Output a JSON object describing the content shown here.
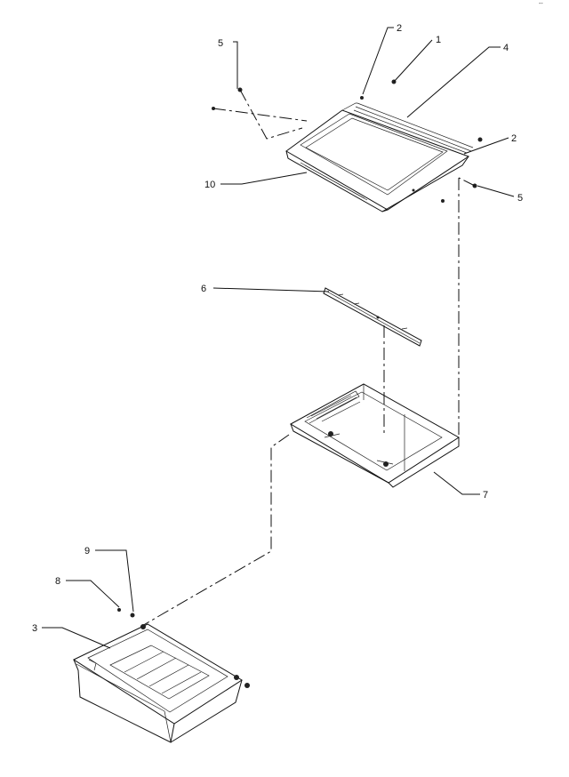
{
  "corner_mark": "--",
  "callouts": {
    "c1": "1",
    "c2a": "2",
    "c2b": "2",
    "c3": "3",
    "c4": "4",
    "c5a": "5",
    "c5b": "5",
    "c6": "6",
    "c7": "7",
    "c8": "8",
    "c9": "9",
    "c10": "10"
  }
}
